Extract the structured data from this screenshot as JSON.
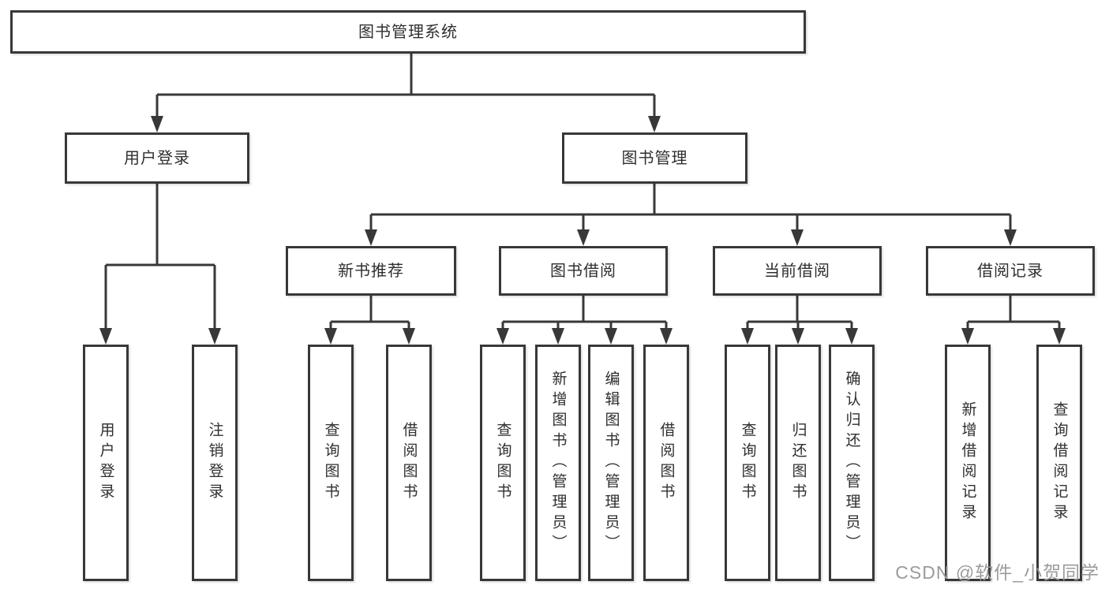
{
  "diagram": {
    "root": {
      "label": "图书管理系统",
      "children": [
        {
          "label": "用户登录",
          "children": [
            {
              "label": "用户登录"
            },
            {
              "label": "注销登录"
            }
          ]
        },
        {
          "label": "图书管理",
          "children": [
            {
              "label": "新书推荐",
              "children": [
                {
                  "label": "查询图书"
                },
                {
                  "label": "借阅图书"
                }
              ]
            },
            {
              "label": "图书借阅",
              "children": [
                {
                  "label": "查询图书"
                },
                {
                  "label": "新增图书（管理员）"
                },
                {
                  "label": "编辑图书（管理员）"
                },
                {
                  "label": "借阅图书"
                }
              ]
            },
            {
              "label": "当前借阅",
              "children": [
                {
                  "label": "查询图书"
                },
                {
                  "label": "归还图书"
                },
                {
                  "label": "确认归还（管理员）"
                }
              ]
            },
            {
              "label": "借阅记录",
              "children": [
                {
                  "label": "新增借阅记录"
                },
                {
                  "label": "查询借阅记录"
                }
              ]
            }
          ]
        }
      ]
    },
    "watermark": {
      "text": "CSDN @软件_小贺同学"
    },
    "colors": {
      "line": "#383838",
      "box_border": "#383838",
      "text": "#2f2f2f",
      "watermark": "#9b9b9b",
      "background": "#ffffff"
    }
  }
}
